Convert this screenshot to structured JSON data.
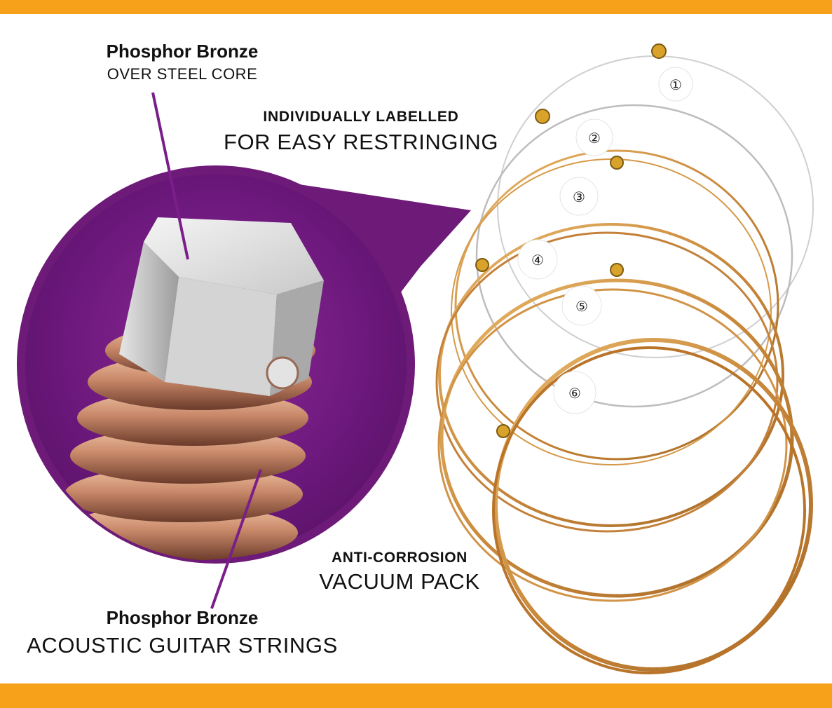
{
  "captions": {
    "core": {
      "title": "Phosphor Bronze",
      "subtitle": "OVER STEEL CORE"
    },
    "labelled": {
      "title": "INDIVIDUALLY LABELLED",
      "subtitle": "FOR EASY RESTRINGING"
    },
    "pack": {
      "title": "ANTI-CORROSION",
      "subtitle": "VACUUM PACK"
    },
    "strings": {
      "title": "Phosphor Bronze",
      "subtitle": "ACOUSTIC GUITAR STRINGS"
    }
  },
  "string_labels": [
    "①",
    "②",
    "③",
    "④",
    "⑤",
    "⑥"
  ],
  "colors": {
    "accent_bar": "#f7a11a",
    "magnify_purple": "#6e1a78",
    "bronze": "#c8873a",
    "steel": "#c9c9c9"
  }
}
